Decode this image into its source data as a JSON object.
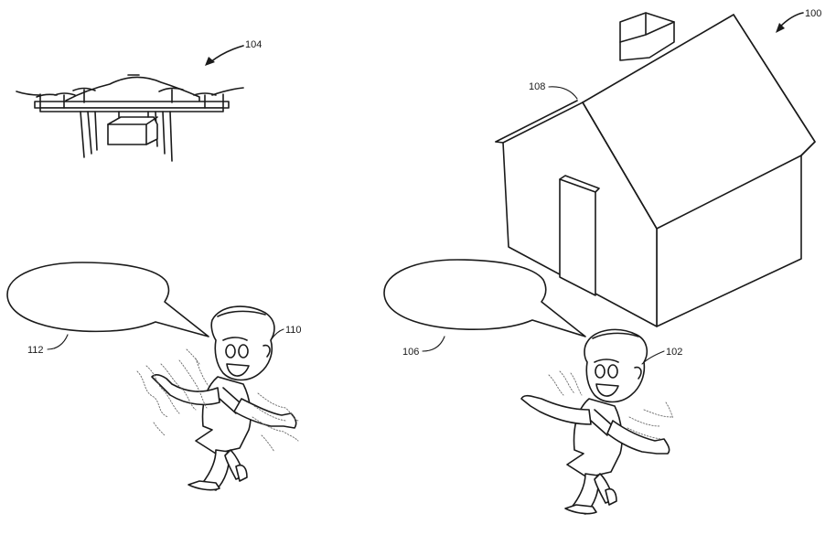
{
  "labels": {
    "system": "100",
    "user": "102",
    "uav": "104",
    "user_speech": "106",
    "house": "108",
    "other_person": "110",
    "other_speech": "112"
  },
  "colors": {
    "ink": "#1a1a1a",
    "background": "#ffffff"
  }
}
